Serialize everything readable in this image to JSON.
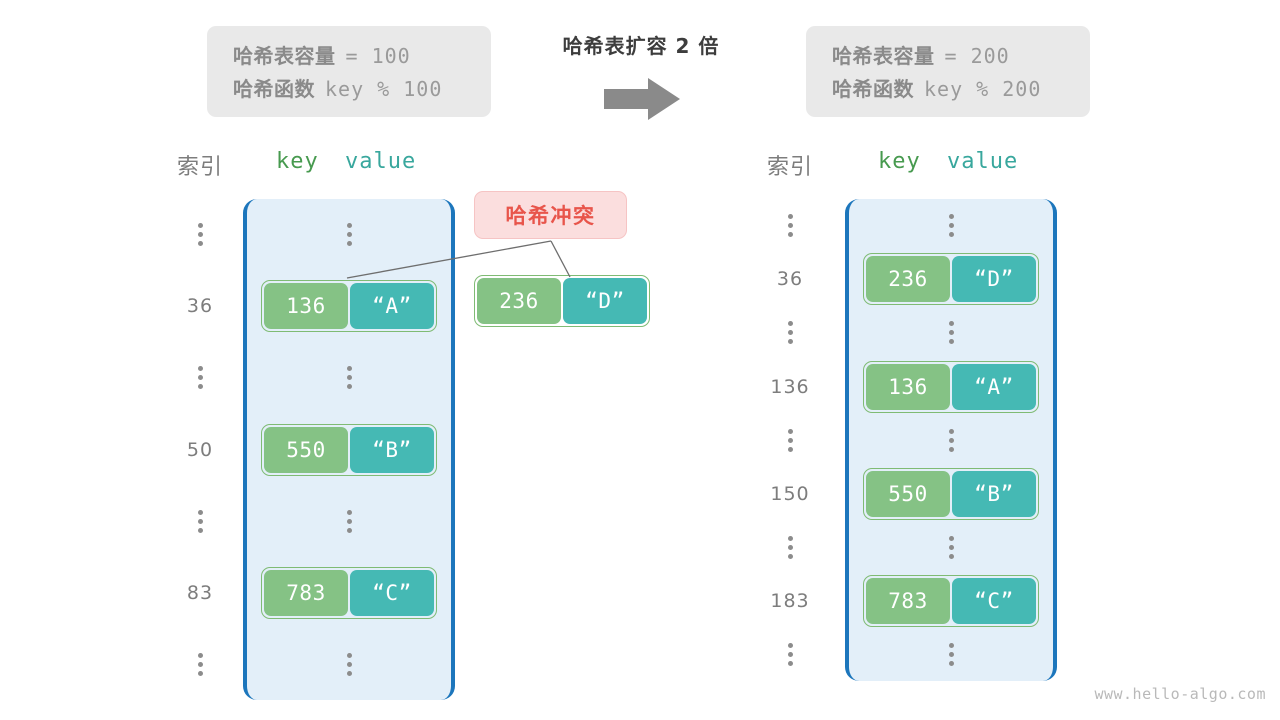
{
  "before": {
    "capacity_label": "哈希表容量",
    "capacity_value": "= 100",
    "function_label": "哈希函数",
    "function_value": "key % 100",
    "header_index": "索引",
    "header_key": "key",
    "header_value": "value",
    "rows": [
      {
        "type": "dots",
        "index": "⋮"
      },
      {
        "type": "entry",
        "index": "36",
        "key": "136",
        "value": "“A”"
      },
      {
        "type": "dots",
        "index": "⋮"
      },
      {
        "type": "entry",
        "index": "50",
        "key": "550",
        "value": "“B”"
      },
      {
        "type": "dots",
        "index": "⋮"
      },
      {
        "type": "entry",
        "index": "83",
        "key": "783",
        "value": "“C”"
      },
      {
        "type": "dots",
        "index": "⋮"
      }
    ]
  },
  "transform": {
    "caption": "哈希表扩容 2 倍",
    "arrow": "arrow-right-icon"
  },
  "collision": {
    "badge_label": "哈希冲突",
    "badge_color": "#e8554b",
    "badge_background": "#fbdede",
    "floating_entry": {
      "key": "236",
      "value": "“D”"
    }
  },
  "after": {
    "capacity_label": "哈希表容量",
    "capacity_value": "= 200",
    "function_label": "哈希函数",
    "function_value": "key % 200",
    "header_index": "索引",
    "header_key": "key",
    "header_value": "value",
    "rows": [
      {
        "type": "dots",
        "index": "⋮"
      },
      {
        "type": "entry",
        "index": "36",
        "key": "236",
        "value": "“D”"
      },
      {
        "type": "dots",
        "index": "⋮"
      },
      {
        "type": "entry",
        "index": "136",
        "key": "136",
        "value": "“A”"
      },
      {
        "type": "dots",
        "index": "⋮"
      },
      {
        "type": "entry",
        "index": "150",
        "key": "550",
        "value": "“B”"
      },
      {
        "type": "dots",
        "index": "⋮"
      },
      {
        "type": "entry",
        "index": "183",
        "key": "783",
        "value": "“C”"
      },
      {
        "type": "dots",
        "index": "⋮"
      }
    ]
  },
  "watermark": "www.hello-algo.com",
  "palette": {
    "key_fill": "#85c285",
    "value_fill": "#45b9b4",
    "array_fill": "#e3eff9",
    "array_border": "#1c76bc",
    "pair_border": "#7fbb74",
    "index_text": "#7d7d7d",
    "arrow_fill": "#8a8a8a",
    "info_box_fill": "#e9e9e9"
  }
}
